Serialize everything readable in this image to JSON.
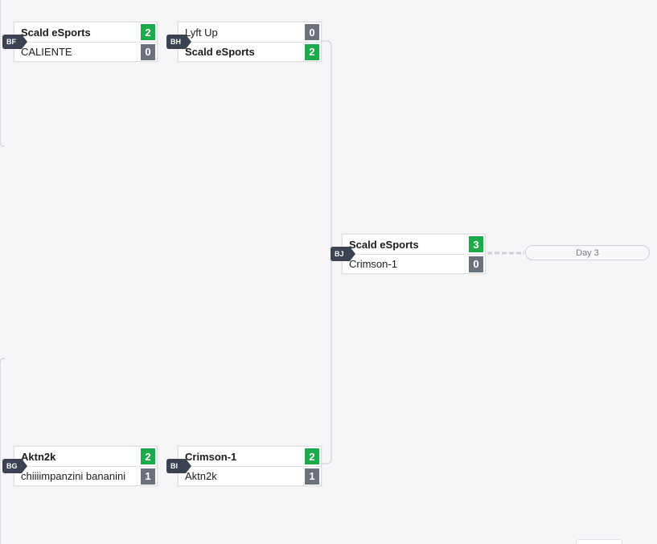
{
  "matches": {
    "bf": {
      "tag": "BF",
      "team1": {
        "name": "Scald eSports",
        "score": "2"
      },
      "team2": {
        "name": "CALIENTE",
        "score": "0"
      }
    },
    "bh": {
      "tag": "BH",
      "team1": {
        "name": "Lyft Up",
        "score": "0"
      },
      "team2": {
        "name": "Scald eSports",
        "score": "2"
      }
    },
    "bg": {
      "tag": "BG",
      "team1": {
        "name": "Aktn2k",
        "score": "2"
      },
      "team2": {
        "name": "chiiiimpanzini bananini",
        "score": "1"
      }
    },
    "bi": {
      "tag": "BI",
      "team1": {
        "name": "Crimson-1",
        "score": "2"
      },
      "team2": {
        "name": "Aktn2k",
        "score": "1"
      }
    },
    "bj": {
      "tag": "BJ",
      "team1": {
        "name": "Scald eSports",
        "score": "3"
      },
      "team2": {
        "name": "Crimson-1",
        "score": "0"
      }
    }
  },
  "next_round": {
    "label": "Day 3"
  },
  "colors": {
    "background": "#f6f6f8",
    "win_score": "#1cab4a",
    "lose_score": "#6b7079",
    "tag": "#3b4251",
    "connector": "#d7d8dc"
  }
}
